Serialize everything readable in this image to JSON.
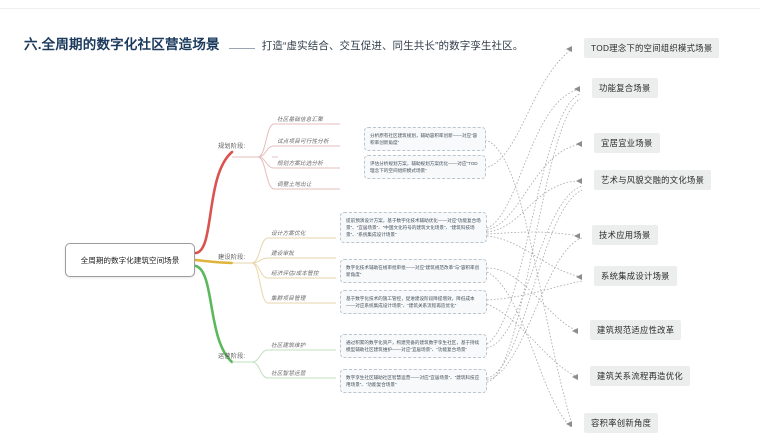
{
  "header": {
    "title": "六.全周期的数字化社区营造场景",
    "dash": "——",
    "subtitle": "打造“虚实结合、交互促进、同生共长”的数字孪生社区。"
  },
  "mindmap": {
    "root": "全周期的数字化建筑空间场景",
    "colors": {
      "planning": "#d9534f",
      "construction": "#e0b33a",
      "operation": "#5cb85c",
      "leaf_bg": "#eceded",
      "desc_border": "#b9c6cf",
      "wire": "#c9c9c9"
    },
    "stages": [
      {
        "name": "规划阶段:",
        "color": "#d9534f",
        "subs": [
          "社区基础信息汇聚",
          "试点项目可行性分析",
          "规划方案比选分析",
          "调整土地出让"
        ],
        "descs": [
          "分析原有社区建筑规划，辅助容积率创新——对应“容积率创新角度”",
          "评估分析规划方案，辅助规划方案优化——对应“TOD理念下的空间组织模式场景”"
        ]
      },
      {
        "name": "建设阶段:",
        "color": "#e0b33a",
        "subs": [
          "设计方案优化",
          "建设审批",
          "经济评估/成本管控",
          "集群项目管理"
        ],
        "descs": [
          "提前预演设计方案，基于数字化技术辅助优化——对应“功能复合场景”、“宜居场景”、“中国文化符号的建筑文化场景”、“建筑科技场景”、“系统集成设计场景”",
          "数字化技术辅助在线审批审批——对应“建筑规范改革”与“容积率创新角度”",
          "基于数字化技术的施工管控，促进建设阶段降提增效，降低成本——对应系统集成设计场景”、“建筑关系流程再造优化”"
        ]
      },
      {
        "name": "运营阶段:",
        "color": "#5cb85c",
        "subs": [
          "社区建筑维护",
          "社区智慧运营"
        ],
        "descs": [
          "通过积累的数字化资产，构建完备的建筑数字孪生社区，基于持续模型辅助社区建筑维护——对应“宜居场景”、“功能复合场景”",
          "数字孪生社区辅助社区智慧运营——对应“宜居场景”、“建筑科技应用场景”、“功能复合场景”"
        ]
      }
    ],
    "leaves": [
      "TOD理念下的空间组织模式场景",
      "功能复合场景",
      "宜居宜业场景",
      "艺术与风貌交融的文化场景",
      "技术应用场景",
      "系统集成设计场景",
      "建筑规范适应性改革",
      "建筑关系流程再造优化",
      "容积率创新角度"
    ]
  }
}
